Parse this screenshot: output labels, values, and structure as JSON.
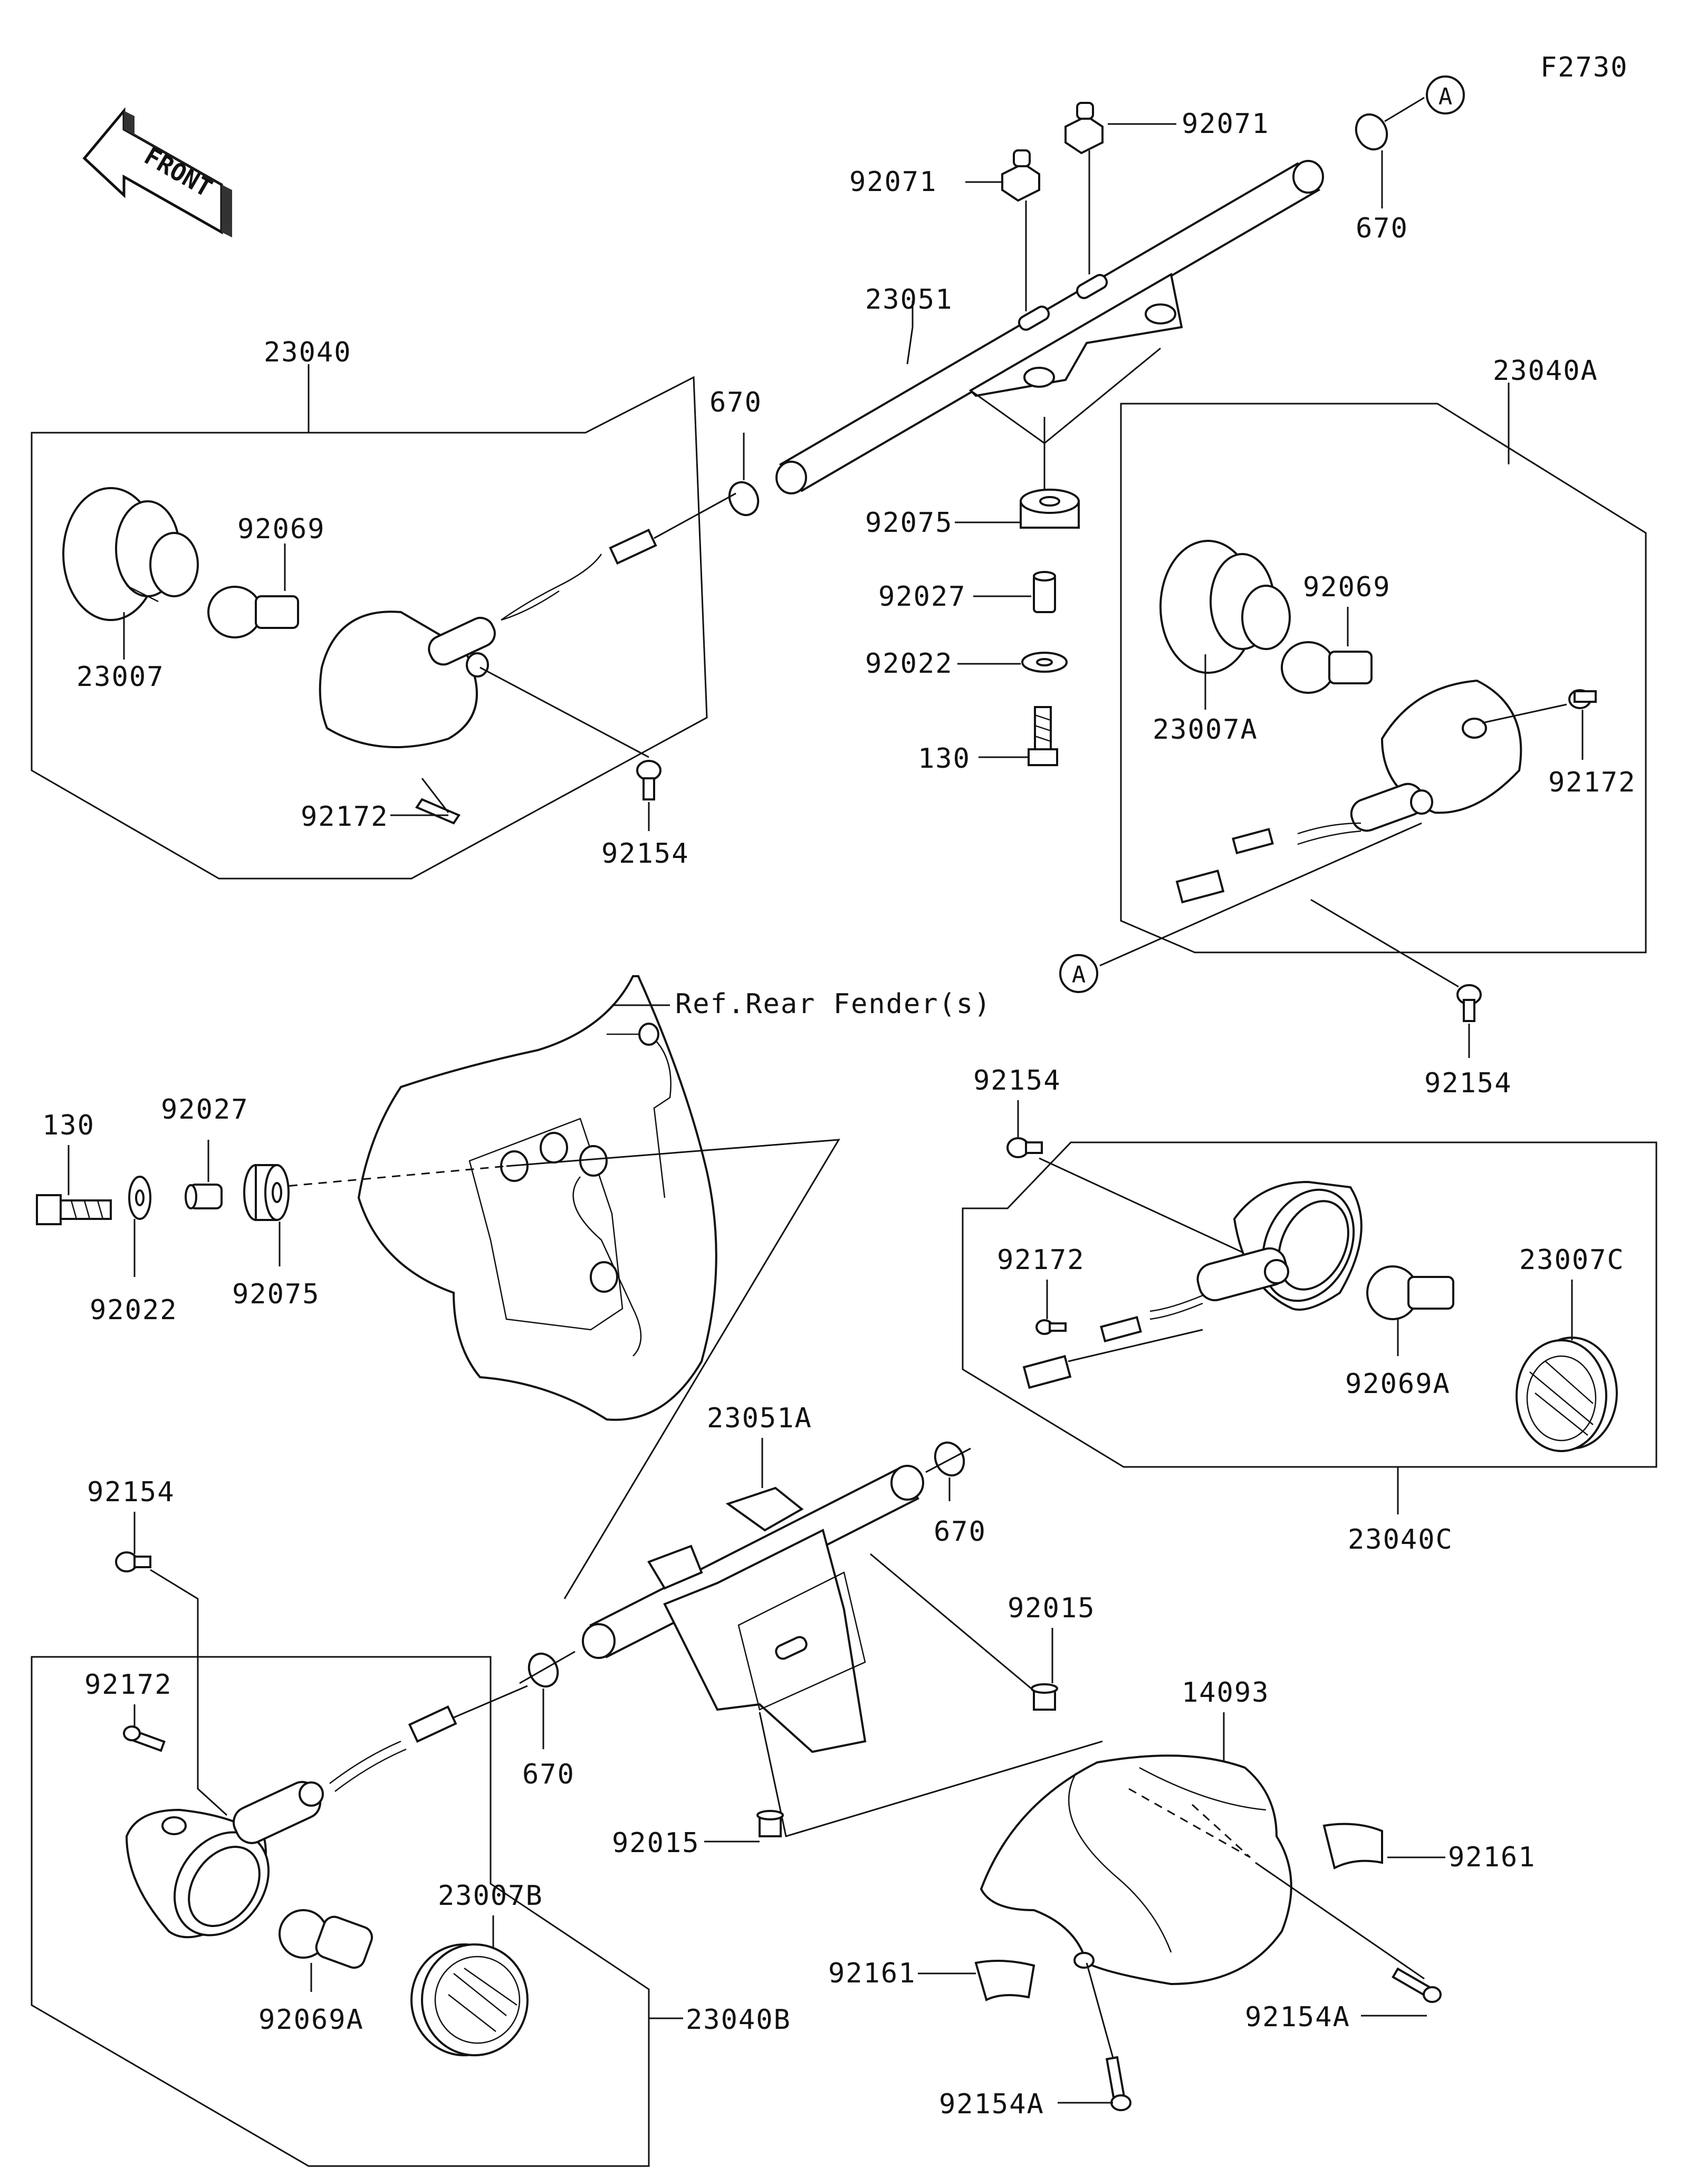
{
  "figure_code": "F2730",
  "front_badge": "FRONT",
  "ref_label": "Ref.Rear Fender(s)",
  "ref_markers": [
    "A",
    "A"
  ],
  "parts": {
    "p92071a": "92071",
    "p92071b": "92071",
    "p670a": "670",
    "p23051": "23051",
    "p23040": "23040",
    "p670b": "670",
    "p92069a": "92069",
    "p23007": "23007",
    "p92075a": "92075",
    "p92027a": "92027",
    "p92022a": "92022",
    "p130a": "130",
    "p23040A": "23040A",
    "p92069b": "92069",
    "p23007A": "23007A",
    "p92172a": "92172",
    "p92172b": "92172",
    "p92154a": "92154",
    "p92154b": "92154",
    "p92154c": "92154",
    "p130b": "130",
    "p92027b": "92027",
    "p92022b": "92022",
    "p92075b": "92075",
    "p92172c": "92172",
    "p23007C": "23007C",
    "p92069A1": "92069A",
    "p23051A": "23051A",
    "p670c": "670",
    "p23040C": "23040C",
    "p92154d": "92154",
    "p92015a": "92015",
    "p14093": "14093",
    "p92172d": "92172",
    "p670d": "670",
    "p92015b": "92015",
    "p92161a": "92161",
    "p23007B": "23007B",
    "p92154Aa": "92154A",
    "p92161b": "92161",
    "p92069A2": "92069A",
    "p23040B": "23040B",
    "p92154Ab": "92154A"
  }
}
